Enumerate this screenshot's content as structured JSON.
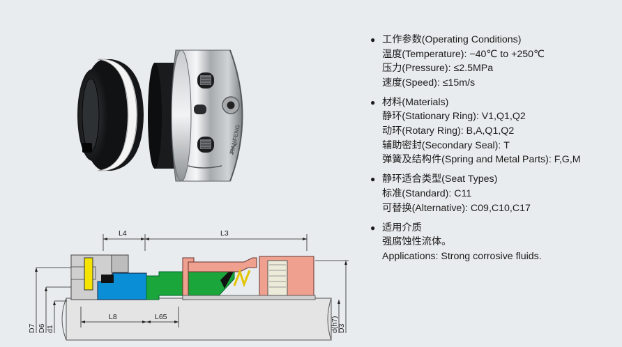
{
  "photo": {
    "logo_text": "TIANFENG"
  },
  "specs": [
    {
      "heading": "工作参数(Operating Conditions)",
      "lines": [
        "温度(Temperature): −40℃ to +250℃",
        "压力(Pressure): ≤2.5MPa",
        "速度(Speed): ≤15m/s"
      ]
    },
    {
      "heading": "材料(Materials)",
      "lines": [
        "静环(Stationary Ring): V1,Q1,Q2",
        "动环(Rotary Ring): B,A,Q1,Q2",
        "辅助密封(Secondary Seal): T",
        "弹簧及结构件(Spring and Metal Parts): F,G,M"
      ]
    },
    {
      "heading": "静环适合类型(Seat Types)",
      "lines": [
        "标准(Standard): C11",
        "可替换(Alternative): C09,C10,C17"
      ]
    },
    {
      "heading": "适用介质",
      "lines": [
        "强腐蚀性流体。",
        "Applications: Strong corrosive fluids."
      ]
    }
  ],
  "drawing": {
    "labels": {
      "L4": "L4",
      "L3": "L3",
      "L8": "L8",
      "L65": "L65",
      "D7": "D7",
      "D6": "D6",
      "d1": "d1",
      "dh7": "d(h7)",
      "D3": "D3"
    }
  },
  "colors": {
    "background": "#e9ecee",
    "stationary_ring": "#0a8fd6",
    "rotary_ring": "#1aa63a",
    "metal_parts": "#f0a08e",
    "pin": "#f5e400",
    "seat_gland": "#cfcfcf",
    "spring": "#f5e400"
  }
}
